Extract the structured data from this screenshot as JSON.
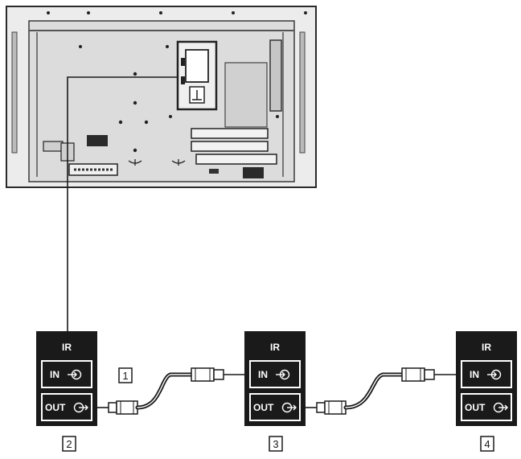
{
  "display": {
    "name": "display-rear-panel"
  },
  "panels": [
    {
      "id": "panel-2",
      "header": "IR",
      "in_label": "IN",
      "out_label": "OUT",
      "number": "2"
    },
    {
      "id": "panel-3",
      "header": "IR",
      "in_label": "IN",
      "out_label": "OUT",
      "number": "3"
    },
    {
      "id": "panel-4",
      "header": "IR",
      "in_label": "IN",
      "out_label": "OUT",
      "number": "4"
    }
  ],
  "cable_label": "1",
  "colors": {
    "ink": "#1a1a1a",
    "panel_fill": "#ffffff",
    "display_fill": "#d9d9d9",
    "display_edge": "#2a2a2a"
  }
}
